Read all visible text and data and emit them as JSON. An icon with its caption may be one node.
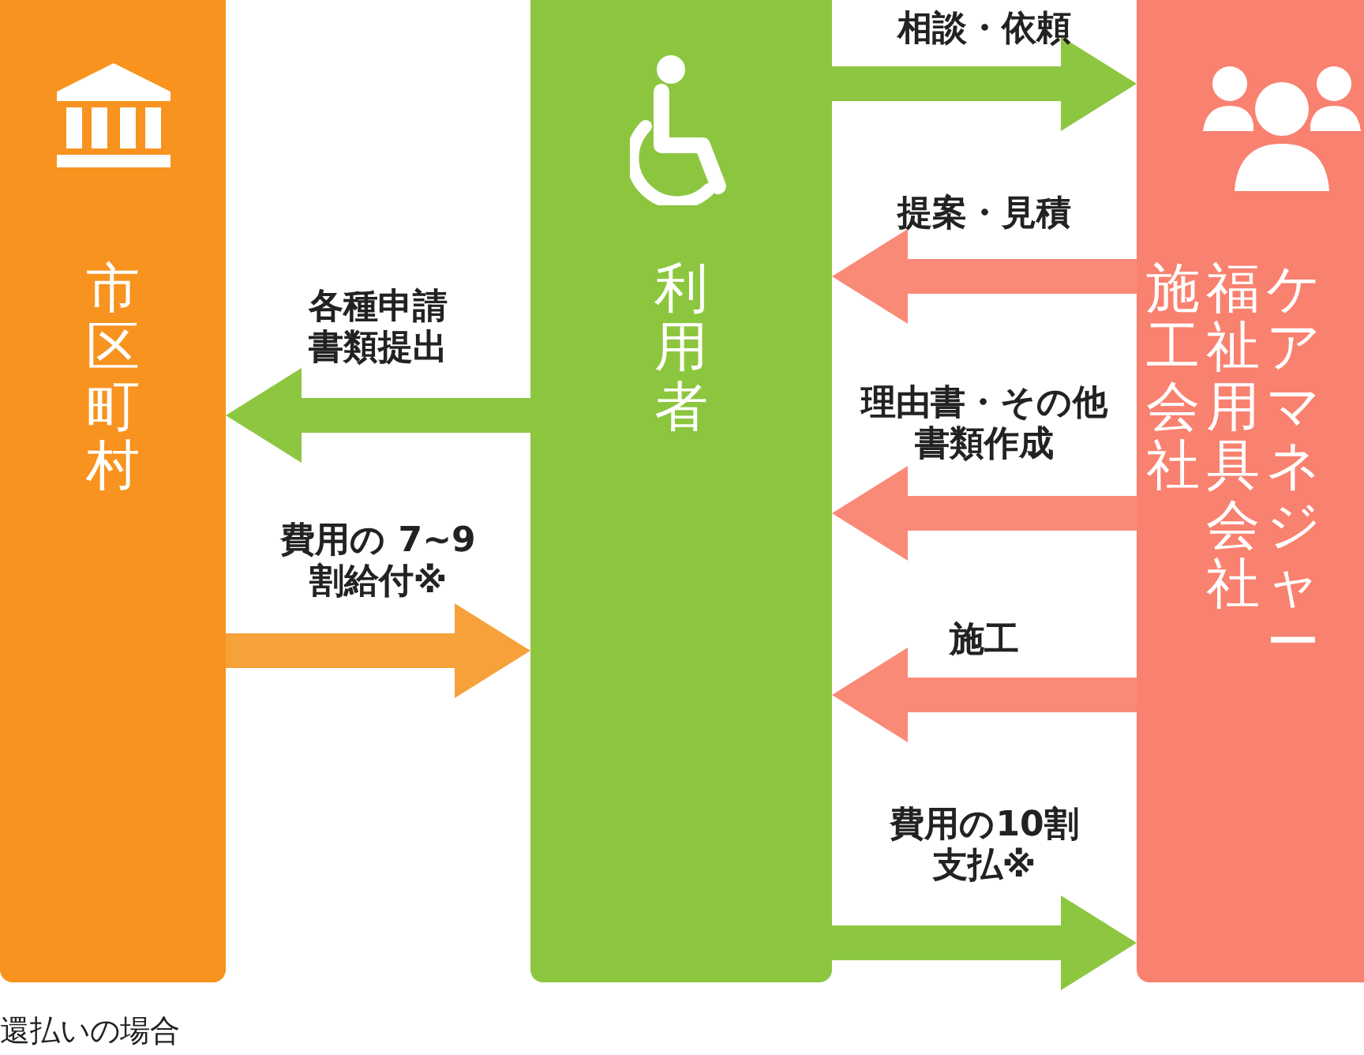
{
  "diagram": {
    "nodes": [
      {
        "text": [
          "市区町村"
        ]
      },
      {
        "text": [
          "利用者"
        ]
      },
      {
        "text": [
          "施工会社",
          "福祉用具会社",
          "ケアマネジャー"
        ]
      }
    ],
    "edges": [
      {
        "from": 1,
        "to": 2,
        "arrow": "to",
        "label": "相談・依頼",
        "color": "#8dc641"
      },
      {
        "from": 2,
        "to": 1,
        "arrow": "to",
        "label": "提案・見積",
        "color": "#fa8a78"
      },
      {
        "from": 1,
        "to": 0,
        "arrow": "to",
        "label": "各種申請書類提出",
        "color": "#8dc641"
      },
      {
        "from": 2,
        "to": 1,
        "arrow": "to",
        "label": "理由書・その他書類作成",
        "color": "#fa8a78"
      },
      {
        "from": 0,
        "to": 1,
        "arrow": "to",
        "label": "費用の 7~9割給付※",
        "color": "#f7a13a"
      },
      {
        "from": 2,
        "to": 1,
        "arrow": "to",
        "label": "施工",
        "color": "#fa8a78"
      },
      {
        "from": 1,
        "to": 2,
        "arrow": "to",
        "label": "費用の10割支払※",
        "color": "#8dc641"
      }
    ],
    "labels": [
      "還払いの場合"
    ]
  }
}
